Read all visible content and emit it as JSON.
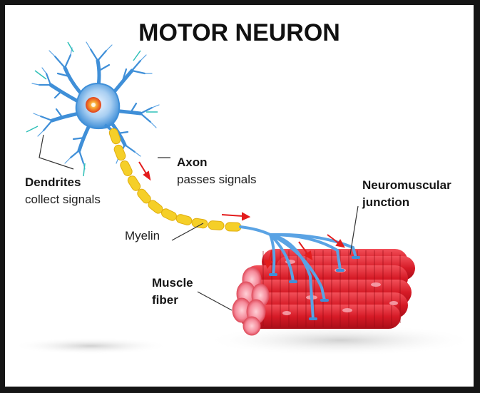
{
  "title": "MOTOR NEURON",
  "labels": {
    "dendrites": "Dendrites",
    "dendrites_desc": "collect signals",
    "axon": "Axon",
    "axon_desc": "passes signals",
    "myelin": "Myelin",
    "junction_line1": "Neuromuscular",
    "junction_line2": "junction",
    "muscle_line1": "Muscle",
    "muscle_line2": "fiber"
  },
  "colors": {
    "neuron": "#3f8fd8",
    "nucleus": "#f05a28",
    "myelin": "#f5cf28",
    "muscle": "#e2202e",
    "arrow": "#e31d1d"
  }
}
